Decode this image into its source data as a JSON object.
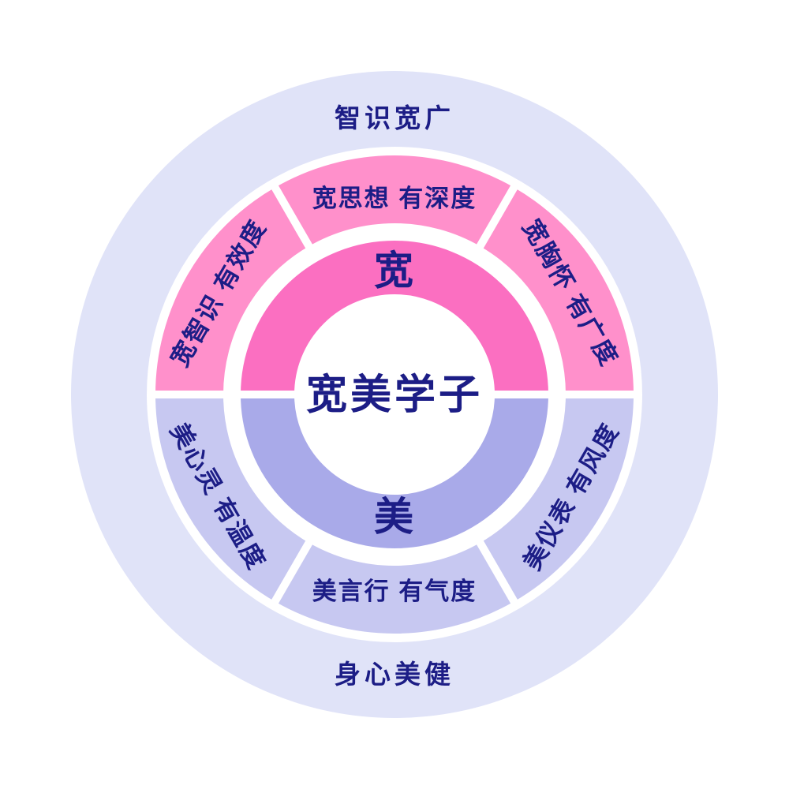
{
  "diagram": {
    "center_title": "宽美学子",
    "outer_labels": {
      "top": "智识宽广",
      "bottom": "身心美健"
    },
    "inner_ring": {
      "top": "宽",
      "bottom": "美"
    },
    "segments": {
      "top": "宽思想 有深度",
      "upper_right": "宽胸怀 有广度",
      "lower_right": "美仪表 有风度",
      "bottom": "美言行 有气度",
      "lower_left": "美心灵 有温度",
      "upper_left": "宽智识 有效度"
    },
    "colors": {
      "outer_circle": "#e0e3f8",
      "segment_pink": "#ff90cb",
      "segment_lavender": "#c7c8f1",
      "core_pink": "#fb6fc1",
      "core_lavender": "#a9aae9",
      "text_navy": "#1c1d86",
      "gap_white": "#ffffff"
    }
  }
}
